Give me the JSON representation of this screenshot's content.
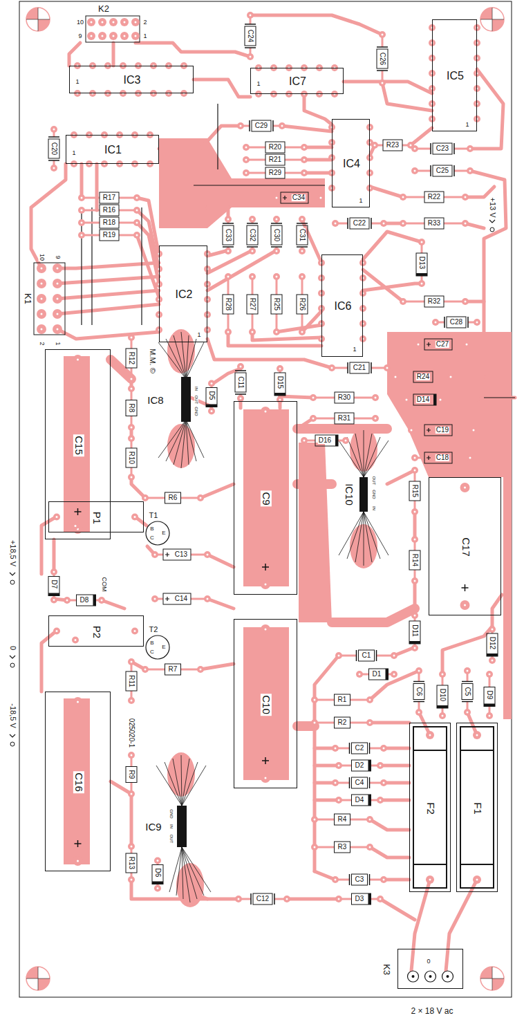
{
  "diagram": {
    "nodes": [
      {
        "text": [
          "IC3"
        ]
      },
      {
        "text": [
          "IC7"
        ]
      },
      {
        "text": [
          "IC5"
        ]
      },
      {
        "text": [
          "IC1"
        ]
      },
      {
        "text": [
          "IC4"
        ]
      },
      {
        "text": [
          "IC2"
        ]
      },
      {
        "text": [
          "IC6"
        ]
      },
      {
        "text": [
          "C15"
        ]
      },
      {
        "text": [
          "C9"
        ]
      },
      {
        "text": [
          "P1"
        ]
      },
      {
        "text": [
          "C17"
        ]
      },
      {
        "text": [
          "P2"
        ]
      },
      {
        "text": [
          "C10"
        ]
      },
      {
        "text": [
          "C16"
        ]
      },
      {
        "text": [
          "F2"
        ]
      },
      {
        "text": [
          "F1"
        ]
      },
      {
        "text": [
          "K3"
        ]
      }
    ],
    "labels": [
      "K2",
      "10",
      "2",
      "9",
      "1",
      "C24",
      "C26",
      "C20",
      "C29",
      "R20",
      "R23",
      "C23",
      "R21",
      "C25",
      "R29",
      "C34",
      "R22",
      "R17",
      "+13 V",
      "R16",
      "R18",
      "C22",
      "R33",
      "R19",
      "C33",
      "C32",
      "C30",
      "C31",
      "D13",
      "K1",
      "10",
      "9",
      "2",
      "1",
      "R32",
      "R28",
      "R27",
      "R25",
      "R26",
      "C28",
      "C27",
      "M.M. ©",
      "R12",
      "C21",
      "R24",
      "C11",
      "D15",
      "R30",
      "D14",
      "IC8",
      "D5",
      "IN",
      "OUT",
      "GND",
      "R31",
      "R8",
      "C19",
      "D16",
      "C18",
      "R10",
      "R15",
      "IC10",
      "OUT",
      "GND",
      "IN",
      "R6",
      "T1",
      "B",
      "C",
      "E",
      "+18,5 V",
      "R14",
      "C13",
      "D7",
      "COM",
      "0",
      "D8",
      "C14",
      "D11",
      "T2",
      "B",
      "C",
      "E",
      "D12",
      "C1",
      "R7",
      "D1",
      "R11",
      "C6",
      "D10",
      "C5",
      "D9",
      "R1",
      "-18,5 V",
      "R2",
      "025020-1",
      "C2",
      "D2",
      "C4",
      "D4",
      "R9",
      "R4",
      "IC9",
      "GND",
      "IN",
      "OUT",
      "D6",
      "R13",
      "R3",
      "C3",
      "D3",
      "C12",
      "0",
      "2 × 18 V ac",
      "1",
      "1",
      "1",
      "1",
      "1",
      "1",
      "1"
    ]
  }
}
